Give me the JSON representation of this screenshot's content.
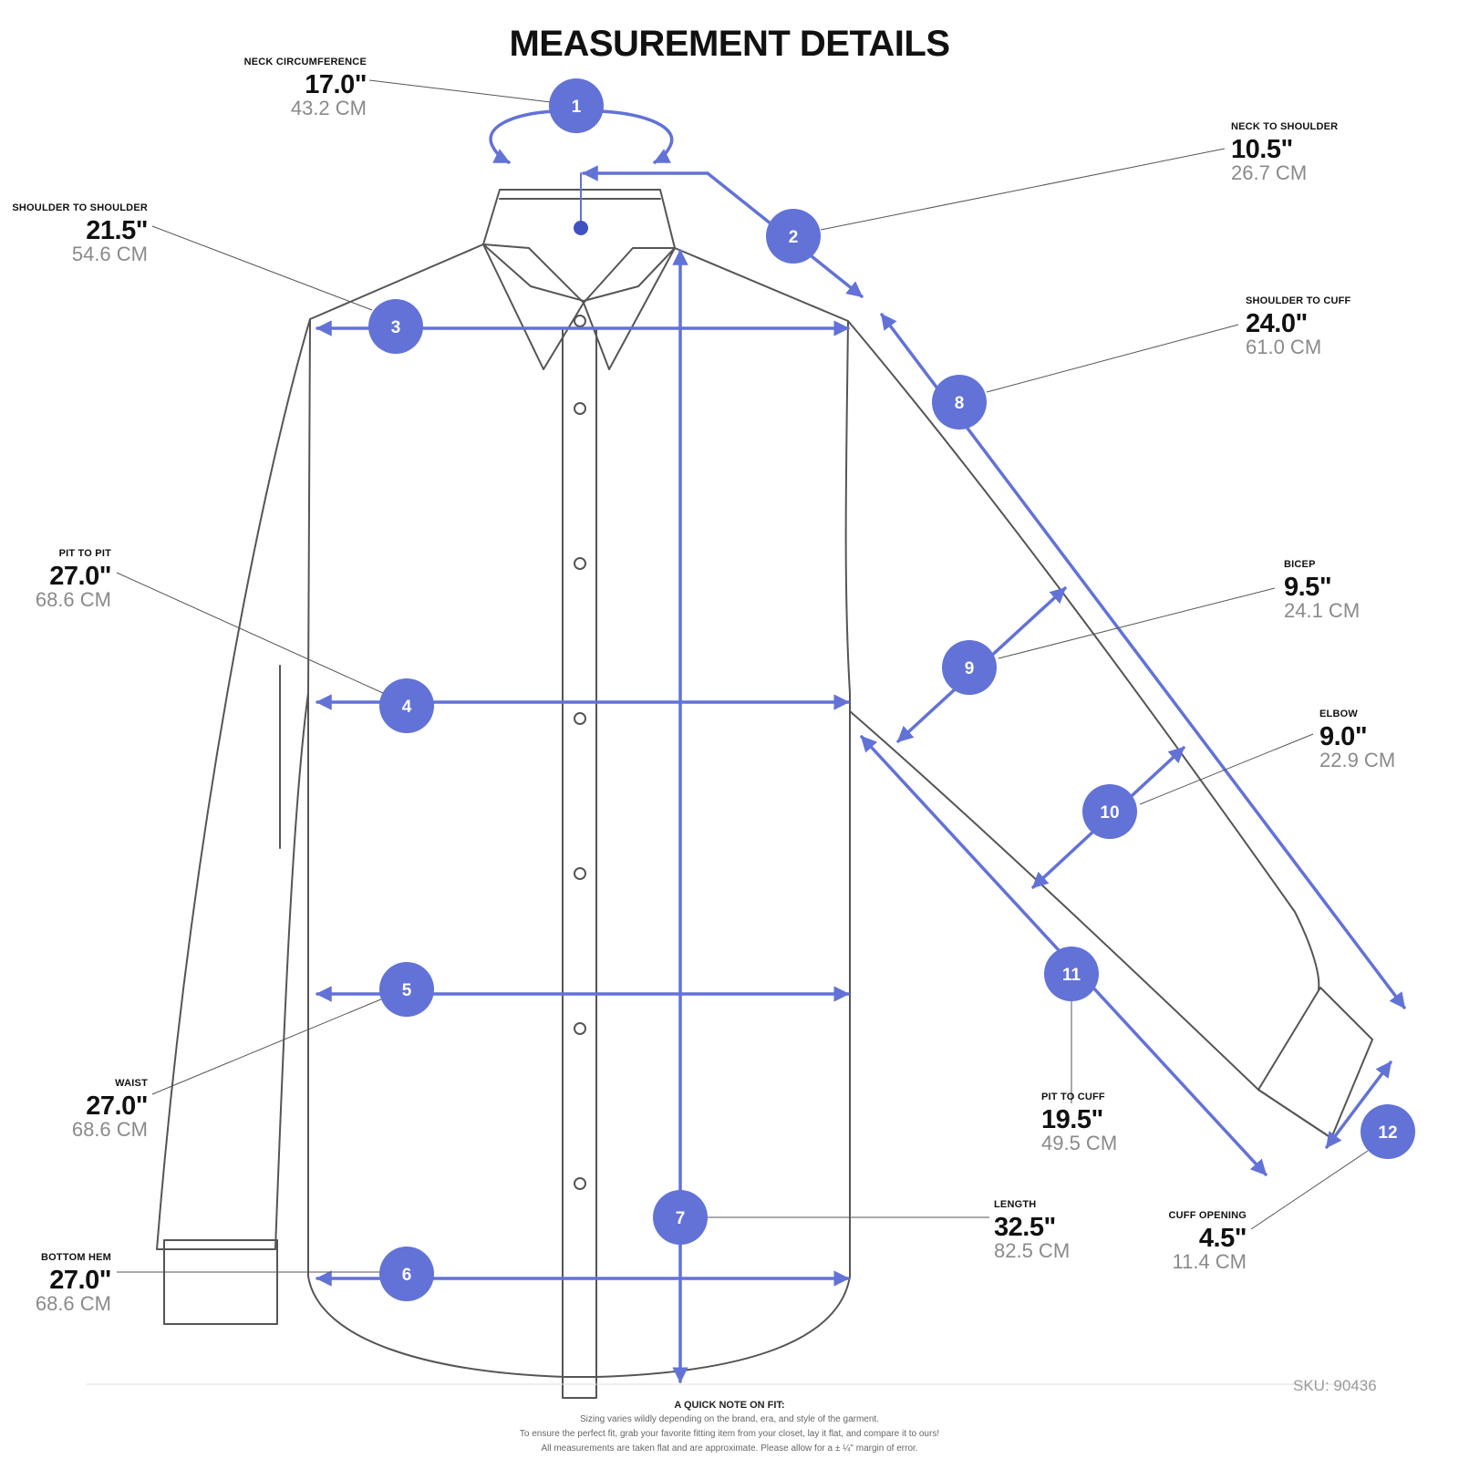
{
  "title": "MEASUREMENT DETAILS",
  "accent_color": "#6272d6",
  "line_color": "#555555",
  "measurements": [
    {
      "num": "1",
      "label": "NECK CIRCUMFERENCE",
      "inches": "17.0\"",
      "cm": "43.2 CM"
    },
    {
      "num": "2",
      "label": "NECK TO SHOULDER",
      "inches": "10.5\"",
      "cm": "26.7 CM"
    },
    {
      "num": "3",
      "label": "SHOULDER TO SHOULDER",
      "inches": "21.5\"",
      "cm": "54.6 CM"
    },
    {
      "num": "4",
      "label": "PIT TO PIT",
      "inches": "27.0\"",
      "cm": "68.6 CM"
    },
    {
      "num": "5",
      "label": "WAIST",
      "inches": "27.0\"",
      "cm": "68.6 CM"
    },
    {
      "num": "6",
      "label": "BOTTOM HEM",
      "inches": "27.0\"",
      "cm": "68.6 CM"
    },
    {
      "num": "7",
      "label": "LENGTH",
      "inches": "32.5\"",
      "cm": "82.5 CM"
    },
    {
      "num": "8",
      "label": "SHOULDER TO CUFF",
      "inches": "24.0\"",
      "cm": "61.0 CM"
    },
    {
      "num": "9",
      "label": "BICEP",
      "inches": "9.5\"",
      "cm": "24.1 CM"
    },
    {
      "num": "10",
      "label": "ELBOW",
      "inches": "9.0\"",
      "cm": "22.9 CM"
    },
    {
      "num": "11",
      "label": "PIT TO CUFF",
      "inches": "19.5\"",
      "cm": "49.5 CM"
    },
    {
      "num": "12",
      "label": "CUFF OPENING",
      "inches": "4.5\"",
      "cm": "11.4 CM"
    }
  ],
  "sku": "SKU: 90436",
  "note": {
    "title": "A QUICK NOTE ON FIT:",
    "line1": "Sizing varies wildly depending on the brand, era, and style of the garment.",
    "line2": "To ensure the perfect fit, grab your favorite fitting item from your closet, lay it flat, and compare it to ours!",
    "line3": "All measurements are taken flat and are approximate. Please allow for a ± ¼\" margin of error."
  }
}
